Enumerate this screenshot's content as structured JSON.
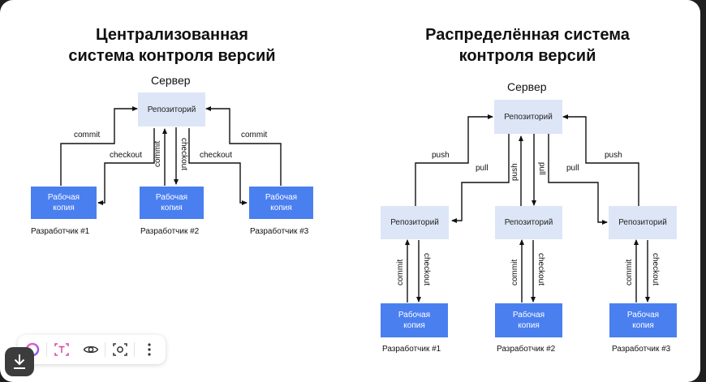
{
  "left": {
    "title_line1": "Централизованная",
    "title_line2": "система контроля версий",
    "server_label": "Сервер",
    "repo_label": "Репозиторий",
    "copies": [
      {
        "label_line1": "Рабочая",
        "label_line2": "копия",
        "developer": "Разработчик #1"
      },
      {
        "label_line1": "Рабочая",
        "label_line2": "копия",
        "developer": "Разработчик #2"
      },
      {
        "label_line1": "Рабочая",
        "label_line2": "копия",
        "developer": "Разработчик #3"
      }
    ],
    "edges": {
      "commit": "commit",
      "checkout": "checkout"
    }
  },
  "right": {
    "title_line1": "Распределённая система",
    "title_line2": "контроля версий",
    "server_label": "Сервер",
    "server_repo_label": "Репозиторий",
    "local_repo_label": "Репозиторий",
    "copies": [
      {
        "label_line1": "Рабочая",
        "label_line2": "копия",
        "developer": "Разработчик #1"
      },
      {
        "label_line1": "Рабочая",
        "label_line2": "копия",
        "developer": "Разработчик #2"
      },
      {
        "label_line1": "Рабочая",
        "label_line2": "копия",
        "developer": "Разработчик #3"
      }
    ],
    "edges": {
      "push": "push",
      "pull": "pull",
      "commit": "commit",
      "checkout": "checkout"
    }
  },
  "toolbar": {
    "icons": [
      "yandex-alice-icon",
      "text-recognition-icon",
      "eye-icon",
      "camera-search-icon",
      "more-vertical-icon"
    ],
    "download_icon": "download-icon"
  },
  "colors": {
    "repo_fill": "#dde6f7",
    "work_fill": "#4a7ff0",
    "line": "#111111",
    "frame": "#1f1f1f"
  }
}
